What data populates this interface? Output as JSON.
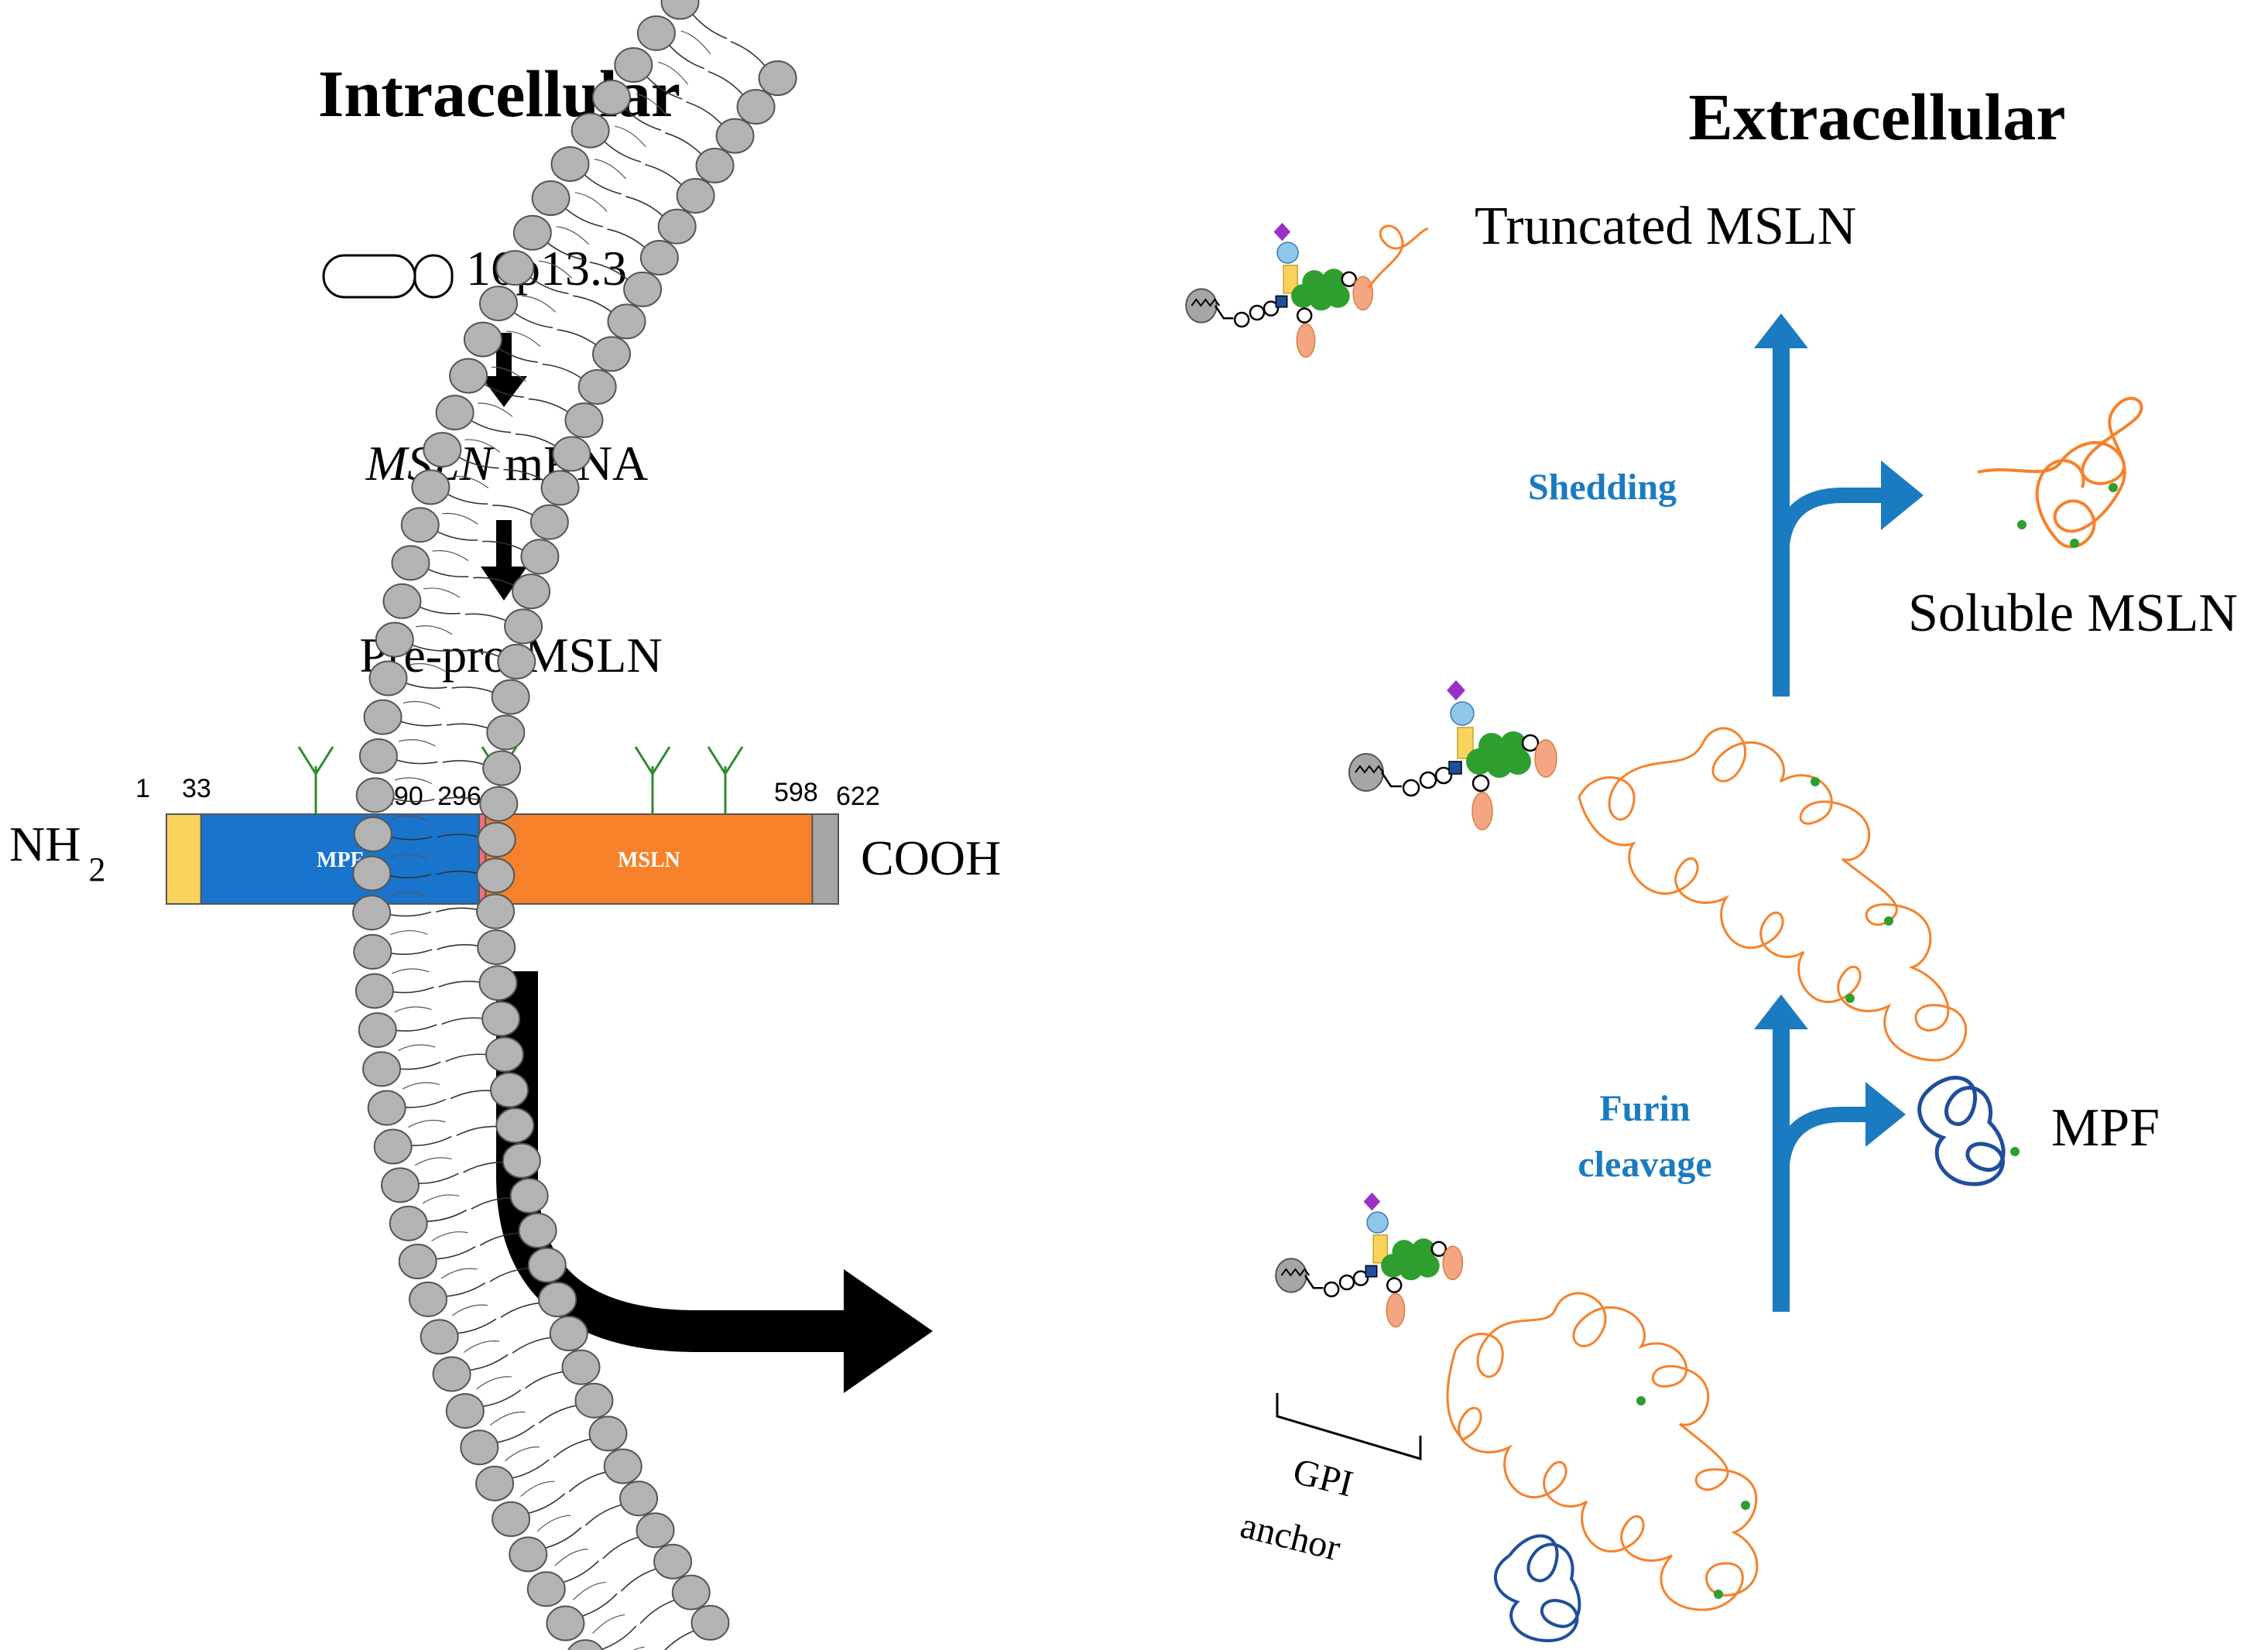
{
  "titles": {
    "intracellular": "Intracellular",
    "extracellular": "Extracellular"
  },
  "pathway": {
    "gene_locus": "16p13.3",
    "mrna_italic": "MSLN",
    "mrna_suffix": " mRNA",
    "precursor": "Pre-pro-MSLN"
  },
  "protein_bar": {
    "n_terminus": "NH",
    "n_terminus_sub": "2",
    "c_terminus": "COOH",
    "positions": [
      "1",
      "33",
      "290",
      "296",
      "598",
      "622"
    ],
    "segments": [
      {
        "name": "signal-peptide",
        "start": 1,
        "end": 33,
        "color": "#f9d35b",
        "label": ""
      },
      {
        "name": "mpf",
        "start": 33,
        "end": 290,
        "color": "#1874cd",
        "label": "MPF"
      },
      {
        "name": "furin-site",
        "start": 290,
        "end": 296,
        "color": "#f26d7d",
        "label": ""
      },
      {
        "name": "msln",
        "start": 296,
        "end": 598,
        "color": "#f7812a",
        "label": "MSLN"
      },
      {
        "name": "gpi-signal",
        "start": 598,
        "end": 622,
        "color": "#a6a6a6",
        "label": ""
      }
    ],
    "glycosylation_sites": 4
  },
  "extracellular": {
    "truncated": "Truncated MSLN",
    "shedding": "Shedding",
    "soluble": "Soluble MSLN",
    "furin_line1": "Furin",
    "furin_line2": "cleavage",
    "mpf": "MPF",
    "gpi_line1": "GPI",
    "gpi_line2": "anchor"
  },
  "colors": {
    "process_arrow": "#1a7bc0",
    "msln_chain": "#f7812a",
    "mpf_chain": "#1f4e9c",
    "lipid_head": "#b3b3b3",
    "glycan_green": "#2e9e2e",
    "glycan_yellow": "#f9d35b",
    "glycan_blue": "#8ec7ea",
    "glycan_purple": "#9b30c8",
    "glycan_orange": "#f4a582"
  }
}
